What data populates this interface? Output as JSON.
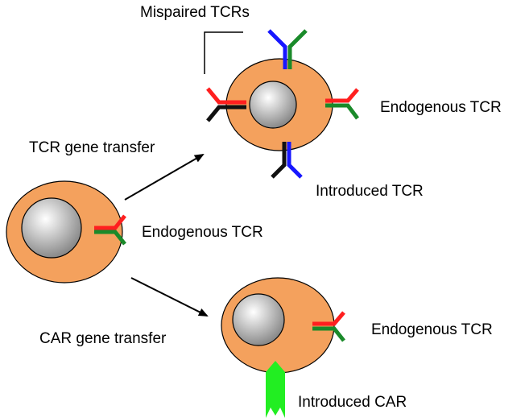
{
  "labels": {
    "mispaired": "Mispaired TCRs",
    "endogenous_top": "Endogenous TCR",
    "tcr_gene_transfer": "TCR gene transfer",
    "introduced_tcr": "Introduced TCR",
    "endogenous_left": "Endogenous TCR",
    "car_gene_transfer": "CAR gene transfer",
    "endogenous_bottom": "Endogenous TCR",
    "introduced_car": "Introduced CAR"
  },
  "colors": {
    "cell_fill": "#f4a15d",
    "cell_stroke": "#000000",
    "nucleus_light": "#ffffff",
    "nucleus_dark": "#8a8a8a",
    "chain_red": "#ff1f1f",
    "chain_green": "#1a8a2a",
    "chain_blue": "#1717ff",
    "chain_black": "#111111",
    "car_green": "#22ee22"
  }
}
